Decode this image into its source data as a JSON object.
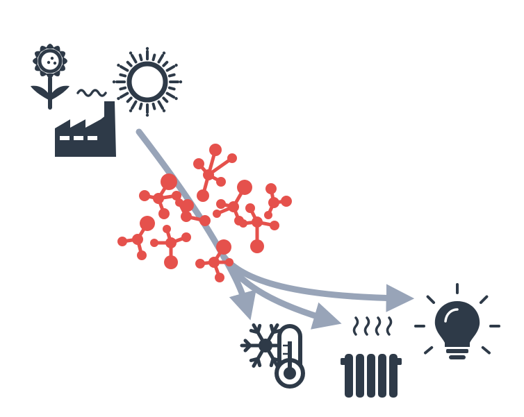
{
  "diagram": {
    "colors": {
      "icon": "#2e3a48",
      "molecule": "#e5514c",
      "flow_arrow": "#98a4b8",
      "background": "#ffffff"
    },
    "sources": [
      {
        "name": "sunflower-icon",
        "meaning": "biomass"
      },
      {
        "name": "sun-icon",
        "meaning": "solar"
      },
      {
        "name": "factory-icon",
        "meaning": "industry"
      }
    ],
    "sinks": [
      {
        "name": "cooling-thermometer-icon"
      },
      {
        "name": "radiator-icon"
      },
      {
        "name": "light-bulb-icon"
      }
    ],
    "molecule_count": 9,
    "arrow_count": 3
  }
}
